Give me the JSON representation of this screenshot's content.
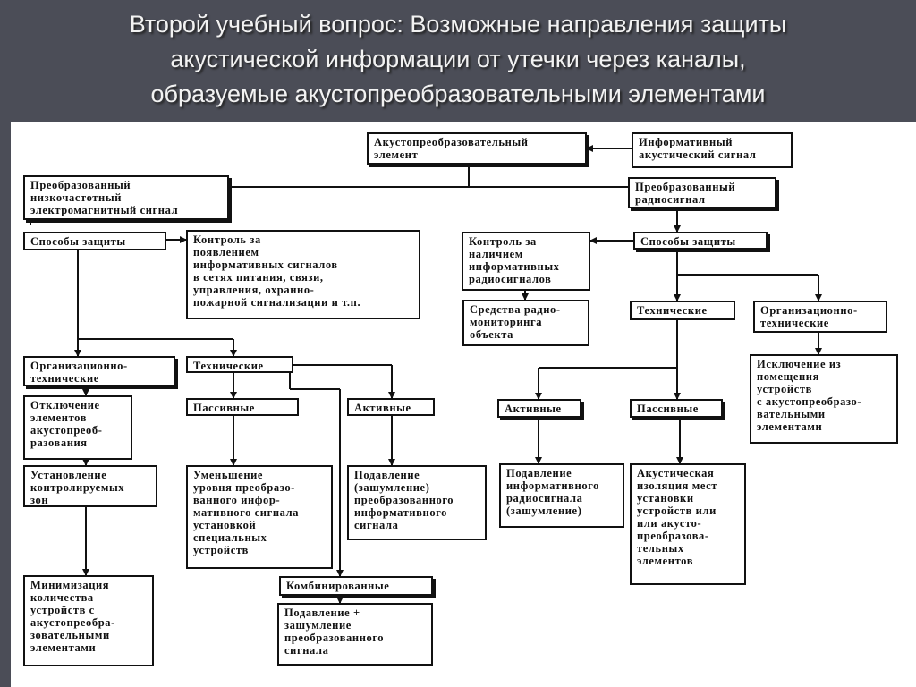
{
  "title": {
    "line1": "Второй учебный вопрос: Возможные направления защиты",
    "line2": "акустической информации от утечки через каналы,",
    "line3": "образуемые акустопреобразовательными элементами"
  },
  "nodes": {
    "element": "Акустопреобразовательный\nэлемент",
    "signal": "Информативный\nакустический сигнал",
    "lf": "Преобразованный\nнизкочастотный\nэлектромагнитный сигнал",
    "radio": "Преобразованный\nрадиосигнал",
    "methods_left": "Способы защиты",
    "control_left": "Контроль за\nпоявлением\nинформативных сигналов\nв сетях питания, связи,\nуправления, охранно-\nпожарной сигнализации и т.п.",
    "control_right": "Контроль за\nналичием\nинформативных\nрадиосигналов",
    "methods_right": "Способы защиты",
    "radio_monitoring": "Средства радио-\nмониторинга\nобъекта",
    "technical_right": "Технические",
    "org_tech_right": "Организационно-\nтехнические",
    "org_tech_left": "Организационно-\nтехнические",
    "technical_left": "Технические",
    "exclusion": "Исключение из\nпомещения\nустройств\nс акустопреобразо-\nвательными\nэлементами",
    "disconnect": "Отключение\nэлементов\nакустопреоб-\nразования",
    "passive_left": "Пассивные",
    "active_left": "Активные",
    "active_right": "Активные",
    "passive_right": "Пассивные",
    "controlled_zones": "Установление\nконтролируемых\nзон",
    "reduce_level": "Уменьшение\nуровня преобразо-\nванного инфор-\nмативного сигнала\nустановкой\nспециальных\nустройств",
    "suppress_left": "Подавление\n(зашумление)\nпреобразованного\nинформативного\nсигнала",
    "suppress_right": "Подавление\nинформативного\nрадиосигнала\n(зашумление)",
    "acoustic_isolation": "Акустическая\nизоляция мест\nустановки\nустройств или\nили акусто-\nпреобразова-\nтельных\nэлементов",
    "minimize": "Минимизация\nколичества\nустройств с\nакустопреобра-\nзовательными\nэлементами",
    "combined": "Комбинированные",
    "suppress_combined": "Подавление +\nзашумление\nпреобразованного\nсигнала"
  }
}
